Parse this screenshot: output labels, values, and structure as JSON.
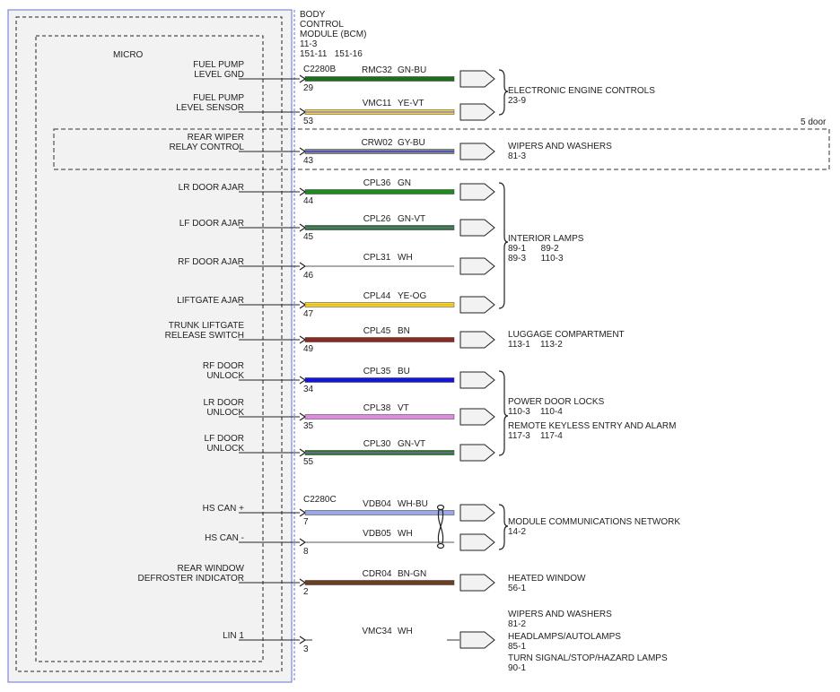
{
  "module": {
    "title_lines": [
      "BODY",
      "CONTROL",
      "MODULE (BCM)",
      "11-3",
      "151-11   151-16"
    ],
    "micro_label": "MICRO",
    "connectors": [
      {
        "id": "c2280b",
        "label": "C2280B"
      },
      {
        "id": "c2280c",
        "label": "C2280C"
      }
    ]
  },
  "five_door_note": "5 door",
  "circuits": [
    {
      "id": "fuel-pump-level-gnd",
      "label_lines": [
        "FUEL PUMP",
        "LEVEL GND"
      ],
      "pin": "29",
      "circuit": "RMC32",
      "wire_color": "GN-BU",
      "stripe": [
        "#1f6e1f",
        "#1f6e1f"
      ]
    },
    {
      "id": "fuel-pump-level-sensor",
      "label_lines": [
        "FUEL PUMP",
        "LEVEL SENSOR"
      ],
      "pin": "53",
      "circuit": "VMC11",
      "wire_color": "YE-VT",
      "stripe": [
        "#f2df3c",
        "#8a63c4"
      ]
    },
    {
      "id": "rear-wiper-relay-control",
      "label_lines": [
        "REAR WIPER",
        "RELAY CONTROL"
      ],
      "pin": "43",
      "circuit": "CRW02",
      "wire_color": "GY-BU",
      "stripe": [
        "#8a8a8a",
        "#2b3fd1"
      ]
    },
    {
      "id": "lr-door-ajar",
      "label_lines": [
        "LR DOOR AJAR"
      ],
      "pin": "44",
      "circuit": "CPL36",
      "wire_color": "GN",
      "stripe": [
        "#1f8a1f",
        "#1f8a1f"
      ]
    },
    {
      "id": "lf-door-ajar",
      "label_lines": [
        "LF DOOR AJAR"
      ],
      "pin": "45",
      "circuit": "CPL26",
      "wire_color": "GN-VT",
      "stripe": [
        "#1f7a1f",
        "#8a63c4"
      ]
    },
    {
      "id": "rf-door-ajar",
      "label_lines": [
        "RF DOOR AJAR"
      ],
      "pin": "46",
      "circuit": "CPL31",
      "wire_color": "WH",
      "stripe": [
        "#555555",
        "#555555"
      ]
    },
    {
      "id": "liftgate-ajar",
      "label_lines": [
        "LIFTGATE AJAR"
      ],
      "pin": "47",
      "circuit": "CPL44",
      "wire_color": "YE-OG",
      "stripe": [
        "#f2e230",
        "#f2a030"
      ]
    },
    {
      "id": "trunk-liftgate-release-switch",
      "label_lines": [
        "TRUNK LIFTGATE",
        "RELEASE SWITCH"
      ],
      "pin": "49",
      "circuit": "CPL45",
      "wire_color": "BN",
      "stripe": [
        "#8b2a22",
        "#8b2a22"
      ]
    },
    {
      "id": "rf-door-unlock",
      "label_lines": [
        "RF DOOR",
        "UNLOCK"
      ],
      "pin": "34",
      "circuit": "CPL35",
      "wire_color": "BU",
      "stripe": [
        "#1515d8",
        "#1515d8"
      ]
    },
    {
      "id": "lr-door-unlock",
      "label_lines": [
        "LR DOOR",
        "UNLOCK"
      ],
      "pin": "35",
      "circuit": "CPL38",
      "wire_color": "VT",
      "stripe": [
        "#e08ae0",
        "#e08ae0"
      ]
    },
    {
      "id": "lf-door-unlock",
      "label_lines": [
        "LF DOOR",
        "UNLOCK"
      ],
      "pin": "55",
      "circuit": "CPL30",
      "wire_color": "GN-VT",
      "stripe": [
        "#1f7a1f",
        "#8a63c4"
      ]
    },
    {
      "id": "hs-can-plus",
      "label_lines": [
        "HS CAN +"
      ],
      "pin": "7",
      "circuit": "VDB04",
      "wire_color": "WH-BU",
      "stripe": [
        "#9aa8e8",
        "#9aa8e8"
      ]
    },
    {
      "id": "hs-can-minus",
      "label_lines": [
        "HS CAN -"
      ],
      "pin": "8",
      "circuit": "VDB05",
      "wire_color": "WH",
      "stripe": [
        "#555555",
        "#555555"
      ]
    },
    {
      "id": "rear-window-defroster-indicator",
      "label_lines": [
        "REAR WINDOW",
        "DEFROSTER INDICATOR"
      ],
      "pin": "2",
      "circuit": "CDR04",
      "wire_color": "BN-GN",
      "stripe": [
        "#8b2a22",
        "#1f6e1f"
      ]
    },
    {
      "id": "lin-1",
      "label_lines": [
        "LIN 1"
      ],
      "pin": "3",
      "circuit": "VMC34",
      "wire_color": "WH",
      "stripe": [
        "#555555",
        "#555555"
      ]
    }
  ],
  "destinations": [
    {
      "id": "electronic-engine-controls",
      "lines": [
        "ELECTRONIC ENGINE CONTROLS",
        "23-9"
      ]
    },
    {
      "id": "wipers-and-washers",
      "lines": [
        "WIPERS AND WASHERS",
        "81-3"
      ]
    },
    {
      "id": "interior-lamps",
      "lines": [
        "INTERIOR LAMPS",
        "89-1      89-2",
        "89-3      110-3"
      ]
    },
    {
      "id": "luggage-compartment",
      "lines": [
        "LUGGAGE COMPARTMENT",
        "113-1    113-2"
      ]
    },
    {
      "id": "power-door-locks",
      "lines": [
        "POWER DOOR LOCKS",
        "110-3    110-4",
        "REMOTE KEYLESS ENTRY AND ALARM",
        "117-3    117-4"
      ]
    },
    {
      "id": "module-communications-network",
      "lines": [
        "MODULE COMMUNICATIONS NETWORK",
        "14-2"
      ]
    },
    {
      "id": "heated-window",
      "lines": [
        "HEATED WINDOW",
        "56-1"
      ]
    },
    {
      "id": "lin-destinations",
      "lines": [
        "WIPERS AND WASHERS",
        "81-2",
        "HEADLAMPS/AUTOLAMPS",
        "85-1",
        "TURN SIGNAL/STOP/HAZARD LAMPS",
        "90-1"
      ]
    }
  ]
}
